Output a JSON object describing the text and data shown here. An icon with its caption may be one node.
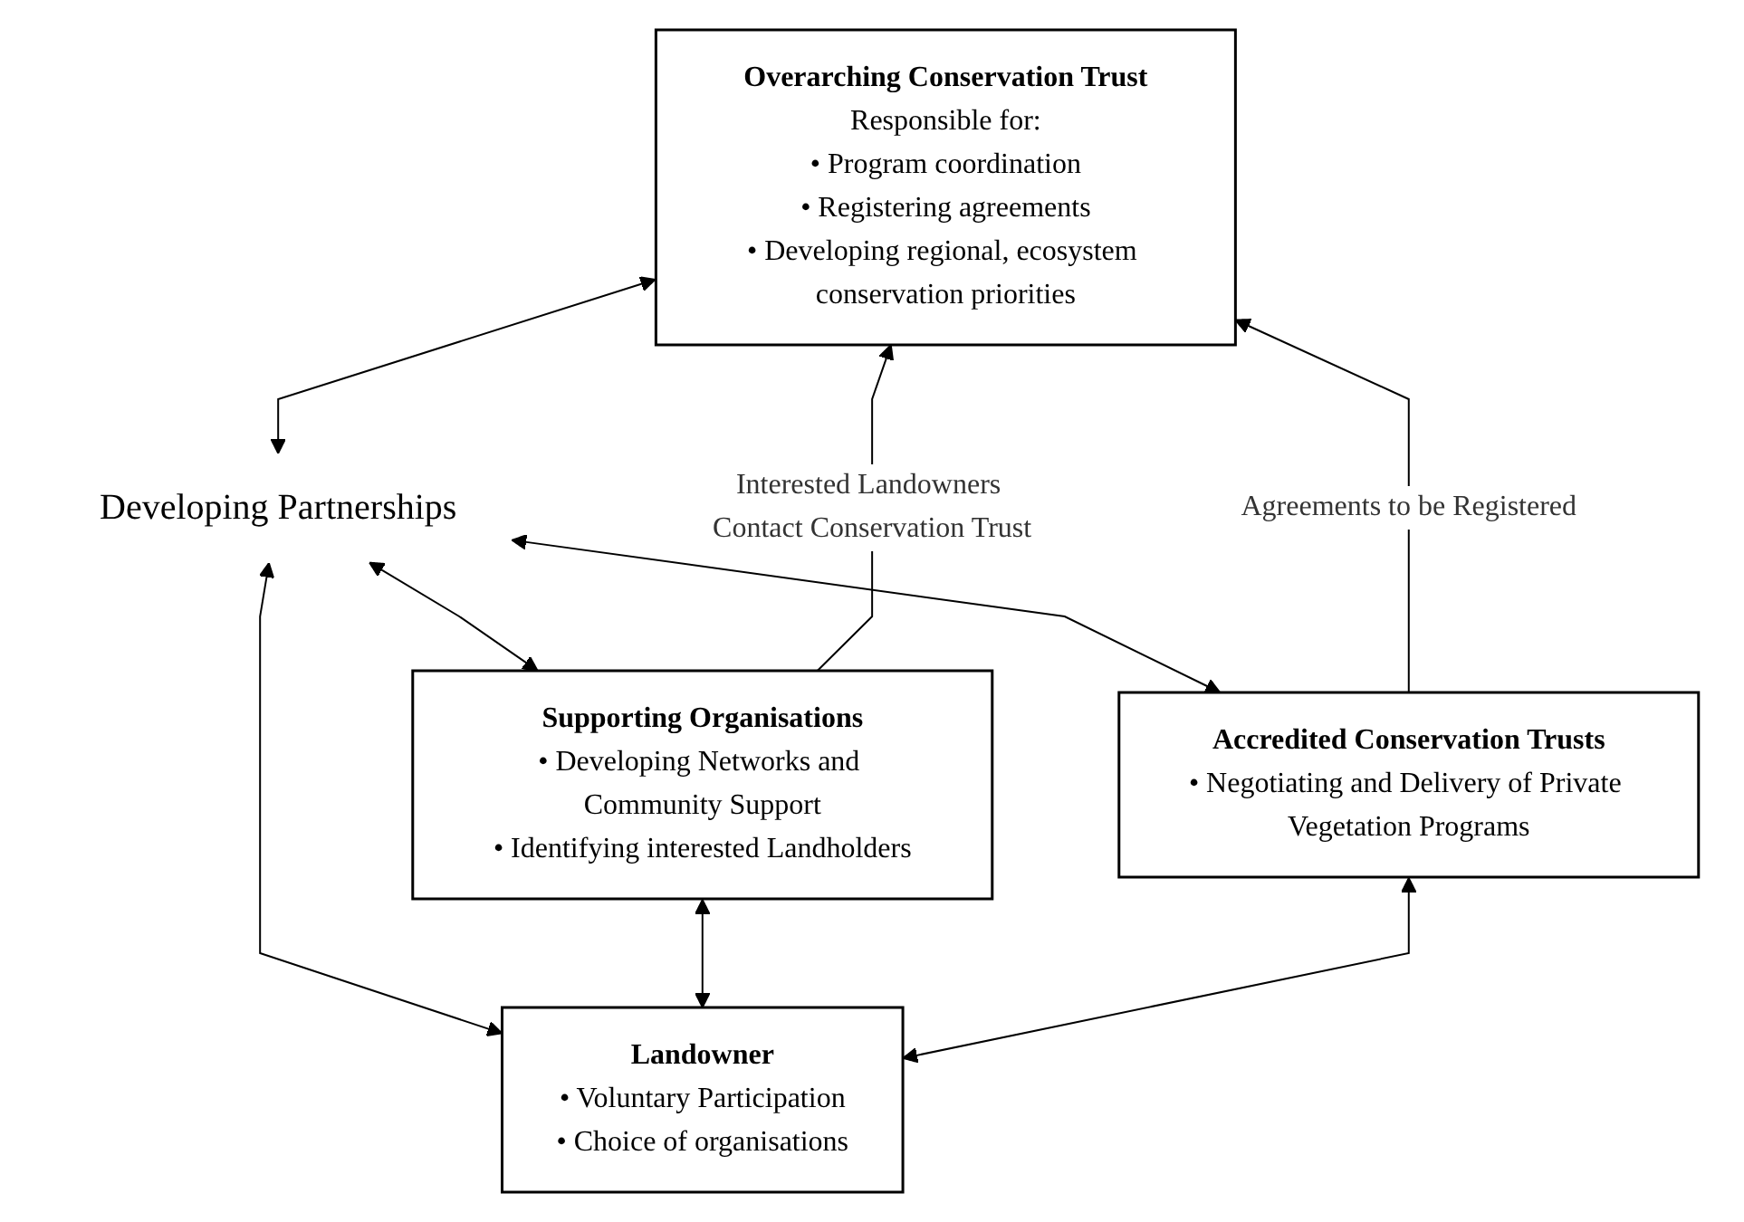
{
  "diagram": {
    "nodes": [
      {
        "text": [
          "Overarching Conservation Trust",
          "Responsible for:",
          "• Program coordination",
          "• Registering agreements",
          "• Developing regional, ecosystem conservation priorities"
        ]
      },
      {
        "text": [
          "Developing Partnerships"
        ]
      },
      {
        "text": [
          "Supporting Organisations",
          "• Developing Networks and Community Support",
          "• Identifying interested Landholders"
        ]
      },
      {
        "text": [
          "Accredited Conservation Trusts",
          "• Negotiating and Delivery of Private Vegetation Programs"
        ]
      },
      {
        "text": [
          "Landowner",
          "• Voluntary Participation",
          "• Choice of organisations"
        ]
      }
    ],
    "edges": [
      {
        "from": 0,
        "to": 1,
        "arrow": "both"
      },
      {
        "from": 1,
        "to": 2,
        "arrow": "both"
      },
      {
        "from": 1,
        "to": 3,
        "arrow": "both"
      },
      {
        "from": 1,
        "to": 4,
        "arrow": "both"
      },
      {
        "from": 2,
        "to": 4,
        "arrow": "both"
      },
      {
        "from": 3,
        "to": 4,
        "arrow": "both"
      },
      {
        "from": 2,
        "to": 0,
        "label": "Interested Landowners Contact Conservation Trust",
        "arrow": "to"
      },
      {
        "from": 3,
        "to": 0,
        "label": "Agreements to be Registered",
        "arrow": "to"
      }
    ]
  }
}
